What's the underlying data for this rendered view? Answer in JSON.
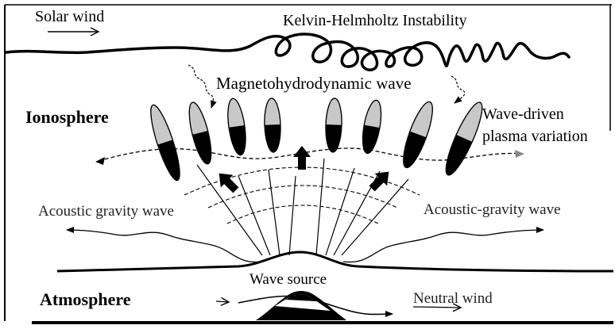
{
  "labels": {
    "solar_wind": "Solar wind",
    "kelvin_helmholtz": "Kelvin-Helmholtz Instability",
    "mhd_wave": "Magnetohydrodynamic wave",
    "ionosphere": "Ionosphere",
    "wave_driven_1": "Wave-driven",
    "wave_driven_2": "plasma variation",
    "acoustic_left": "Acoustic gravity wave",
    "acoustic_right": "Acoustic-gravity wave",
    "wave_source": "Wave source",
    "atmosphere": "Atmosphere",
    "neutral_wind": "Neutral wind"
  },
  "colors": {
    "ink": "#000000",
    "plasma_gray": "#c8c8c8",
    "background": "#ffffff"
  }
}
